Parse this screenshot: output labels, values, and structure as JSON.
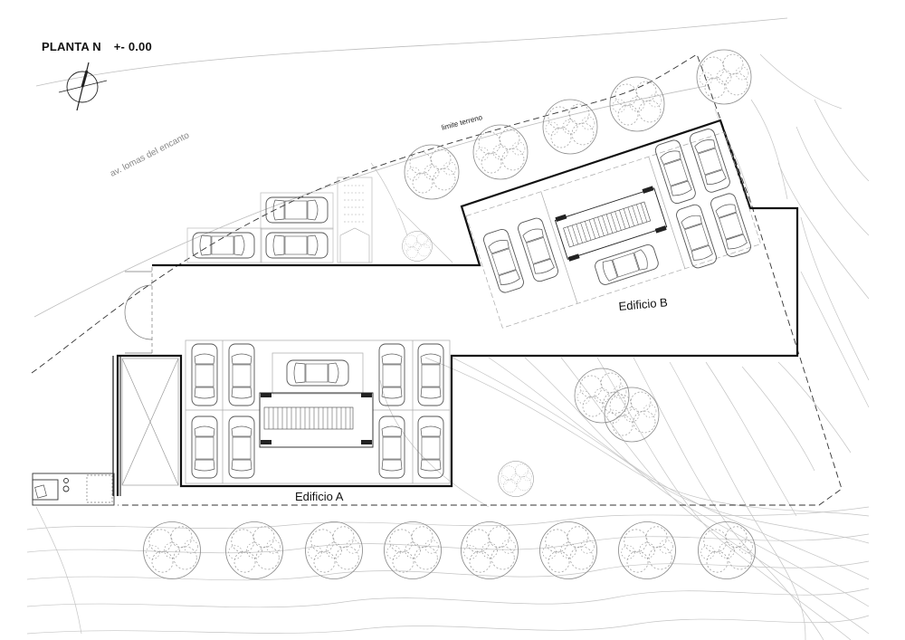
{
  "plan": {
    "title": "PLANTA N",
    "level": "+- 0.00",
    "buildings": [
      {
        "name": "Edificio A"
      },
      {
        "name": "Edificio B"
      }
    ],
    "street_label": "av. lomas del encanto",
    "boundary_label": "limite terreno"
  },
  "colors": {
    "line": "#111111",
    "thin": "#9a9a9a",
    "tree": "#8a8a8a",
    "background": "#ffffff"
  }
}
